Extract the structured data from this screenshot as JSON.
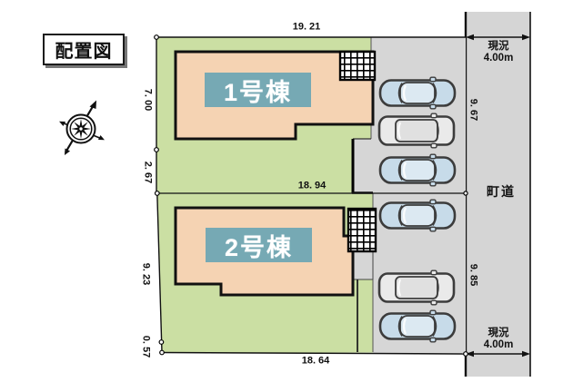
{
  "title": "配置図",
  "buildings": [
    {
      "label": "1号棟"
    },
    {
      "label": "2号棟"
    }
  ],
  "dims": {
    "lot1_top": "19. 21",
    "lot1_bottom": "18. 94",
    "lot1_left_upper": "7. 00",
    "lot1_left_lower": "2. 67",
    "lot2_left_upper": "9. 23",
    "lot2_left_lower": "0. 57",
    "lot2_bottom": "18. 64",
    "road_frontage_upper": "9. 67",
    "road_frontage_lower": "9. 85"
  },
  "road": {
    "name": "町道",
    "status_top_line1": "現況",
    "status_top_line2": "4.00m",
    "status_bottom_line1": "現況",
    "status_bottom_line2": "4.00m"
  },
  "icons": {
    "compass": "compass-rose-north-arrow",
    "porch": "crosshatch-entrance-porch"
  },
  "colors": {
    "yard_green": "#cbdfa3",
    "building_salmon": "#f5d3b3",
    "label_teal": "#76a9b4",
    "pavement_gray": "#d6d6d6",
    "car_blue": "#c7dbe9",
    "car_white": "#eaeaea",
    "line_black": "#111111"
  }
}
